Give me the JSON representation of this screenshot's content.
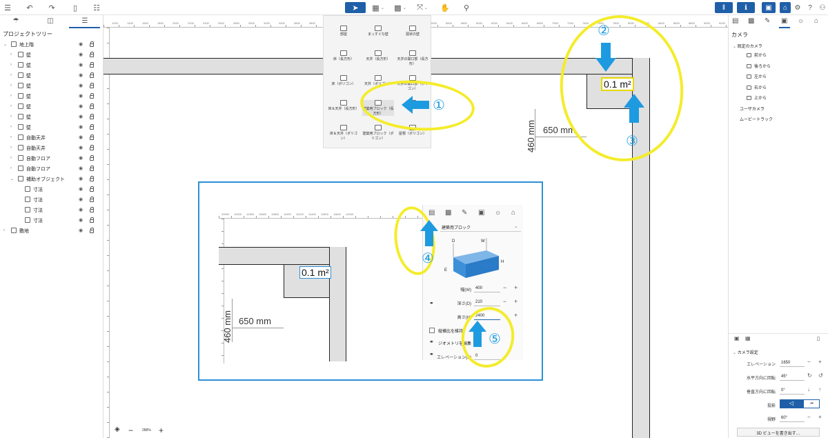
{
  "topbar": {
    "left_icons": [
      "menu-icon",
      "undo-icon",
      "redo-icon",
      "trash-icon",
      "cart-icon"
    ],
    "center_tools": [
      "select-tool-icon",
      "wall-tool-icon",
      "vehicle-tool-icon",
      "dimension-tool-icon",
      "hand-tool-icon",
      "search-tool-icon"
    ],
    "right_icons": [
      "library-icon",
      "person-icon",
      "book-icon",
      "home-icon",
      "settings-icon",
      "help-icon",
      "user-icon"
    ]
  },
  "left_panel": {
    "title": "プロジェクトツリー",
    "tree": [
      {
        "label": "地上階",
        "level": 0,
        "expanded": true
      },
      {
        "label": "壁",
        "level": 1
      },
      {
        "label": "壁",
        "level": 1
      },
      {
        "label": "壁",
        "level": 1
      },
      {
        "label": "壁",
        "level": 1
      },
      {
        "label": "壁",
        "level": 1
      },
      {
        "label": "壁",
        "level": 1
      },
      {
        "label": "壁",
        "level": 1
      },
      {
        "label": "壁",
        "level": 1
      },
      {
        "label": "自動天井",
        "level": 1
      },
      {
        "label": "自動天井",
        "level": 1
      },
      {
        "label": "自動フロア",
        "level": 1
      },
      {
        "label": "自動フロア",
        "level": 1
      },
      {
        "label": "補助オブジェクト",
        "level": 1,
        "expanded": true
      },
      {
        "label": "寸法",
        "level": 2
      },
      {
        "label": "寸法",
        "level": 2
      },
      {
        "label": "寸法",
        "level": 2
      },
      {
        "label": "寸法",
        "level": 2
      },
      {
        "label": "敷地",
        "level": 0
      }
    ]
  },
  "dropdown": {
    "items": [
      [
        "部屋",
        "まっすぐな壁",
        "弧状の壁"
      ],
      [
        "床（長方形）",
        "天井（長方形）",
        "天井の開口部（長方形）"
      ],
      [
        "床（ポリゴン）",
        "天井（ポリゴン）",
        "天井の開口部（ポリゴン）"
      ],
      [
        "床＆天井（長方形）",
        "建築用ブロック（長方形）",
        ""
      ],
      [
        "床＆天井（ポリゴン）",
        "建築用ブロック（ポリゴン）",
        "屋根（ポリゴン）"
      ]
    ]
  },
  "canvas": {
    "ruler_top": [
      "1200",
      "1400",
      "1600",
      "1800",
      "2000",
      "2200",
      "2400",
      "2600",
      "2800",
      "3000",
      "3200",
      "3400",
      "3600",
      "3800",
      "4000",
      "4200",
      "4400",
      "4600",
      "4800",
      "5000",
      "5200",
      "5400",
      "5600",
      "5800",
      "6000",
      "6200",
      "6400",
      "6600",
      "6800",
      "7000",
      "7200",
      "7400",
      "7600",
      "7800",
      "8000",
      "8200",
      "8400",
      "8600",
      "8800",
      "9000",
      "9200",
      "9400",
      "9600",
      "9800",
      "10000",
      "10200",
      "10400",
      "10600",
      "10800",
      "11000",
      "11200",
      "11400",
      "11600",
      "11800"
    ],
    "area_label": "0.1 m²",
    "dim_h": "650 mm",
    "dim_v": "460 mm",
    "callouts": [
      "①",
      "②",
      "③",
      "④",
      "⑤"
    ]
  },
  "inset": {
    "ruler_top": [
      "10000",
      "10200",
      "10400",
      "10600",
      "10800",
      "11000",
      "11200",
      "11400",
      "11600",
      "11800",
      "12000"
    ],
    "area_label": "0.1 m²",
    "dim_h": "650 mm",
    "dim_v": "460 mm",
    "props": {
      "select": "建築用ブロック",
      "diagram_labels": {
        "w": "W",
        "h": "H",
        "d": "D",
        "e": "E"
      },
      "width_label": "幅(W)",
      "width_value": "400",
      "depth_label": "深さ(D)",
      "depth_value": "210",
      "height_label": "高さ(H)",
      "height_value": "2400",
      "keep_ratio": "縦横比を維持",
      "edit_geometry": "ジオメトリを編集",
      "elevation_label": "エレベーション(E)",
      "elevation_value": "0"
    }
  },
  "right_panel": {
    "title": "カメラ",
    "preset_group": "既定のカメラ",
    "presets": [
      "前から",
      "後ろから",
      "左から",
      "右から",
      "上から"
    ],
    "user_camera": "ユーザカメラ",
    "movie_track": "ムービートラック",
    "settings_title": "カメラ設定",
    "fields": [
      {
        "label": "エレベーション",
        "value": "1650"
      },
      {
        "label": "水平方向に回転",
        "value": "45°"
      },
      {
        "label": "垂直方向に回転",
        "value": "0°"
      },
      {
        "label": "投影",
        "value": ""
      },
      {
        "label": "視野",
        "value": "60°"
      }
    ],
    "rewrite_button": "3D ビューを書き出す…"
  },
  "zoom": {
    "minus": "−",
    "value": "288%",
    "plus": "+"
  },
  "colors": {
    "accent": "#1f5fa8",
    "highlight": "#f4ec2a",
    "callout": "#1e9be0",
    "wall": "#e0e0e0"
  }
}
